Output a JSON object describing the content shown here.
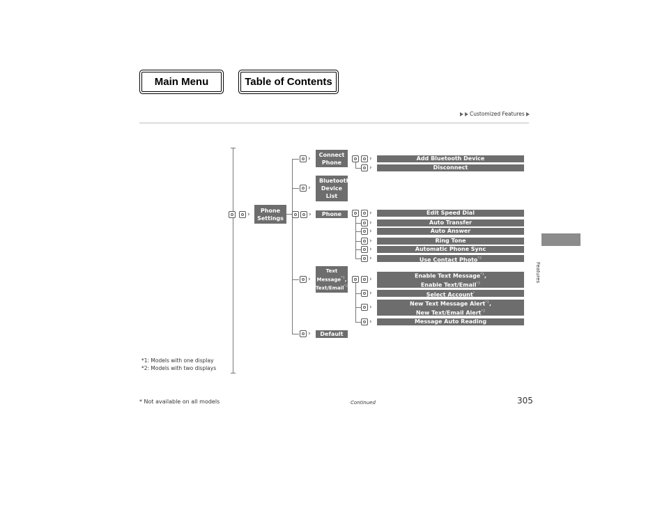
{
  "nav": {
    "main_menu": "Main Menu",
    "toc": "Table of Contents"
  },
  "breadcrumb": {
    "section": "Customized Features"
  },
  "side_tab": {
    "label": "Features"
  },
  "tree": {
    "root": "Phone Settings",
    "level1": {
      "connect_phone": "Connect Phone",
      "bluetooth_device_list": "Bluetooth Device List",
      "phone": "Phone",
      "text_message_1": "Text Message",
      "text_message_mark1": "*1",
      "text_email_2": "Text/Email",
      "text_email_mark2": "*2",
      "default": "Default"
    },
    "connect_items": [
      "Add Bluetooth Device",
      "Disconnect"
    ],
    "phone_items": [
      "Edit Speed Dial",
      "Auto Transfer",
      "Auto Answer",
      "Ring Tone",
      "Automatic Phone Sync",
      "Use Contact Photo"
    ],
    "phone_items_mark_last": "*2",
    "text_items": {
      "enable_text_message": "Enable Text Message",
      "enable_text_email": "Enable Text/Email",
      "select_account": "Select Account",
      "select_account_mark": "*",
      "new_text_message_alert": "New Text Message Alert",
      "new_text_email_alert": "New Text/Email Alert",
      "message_auto_reading": "Message Auto Reading"
    },
    "mark1": "*1",
    "mark2": "*2"
  },
  "notes": [
    "*1: Models with one display",
    "*2: Models with two displays"
  ],
  "footer": {
    "availability": "* Not available on all models",
    "continued": "Continued",
    "page_number": "305"
  }
}
